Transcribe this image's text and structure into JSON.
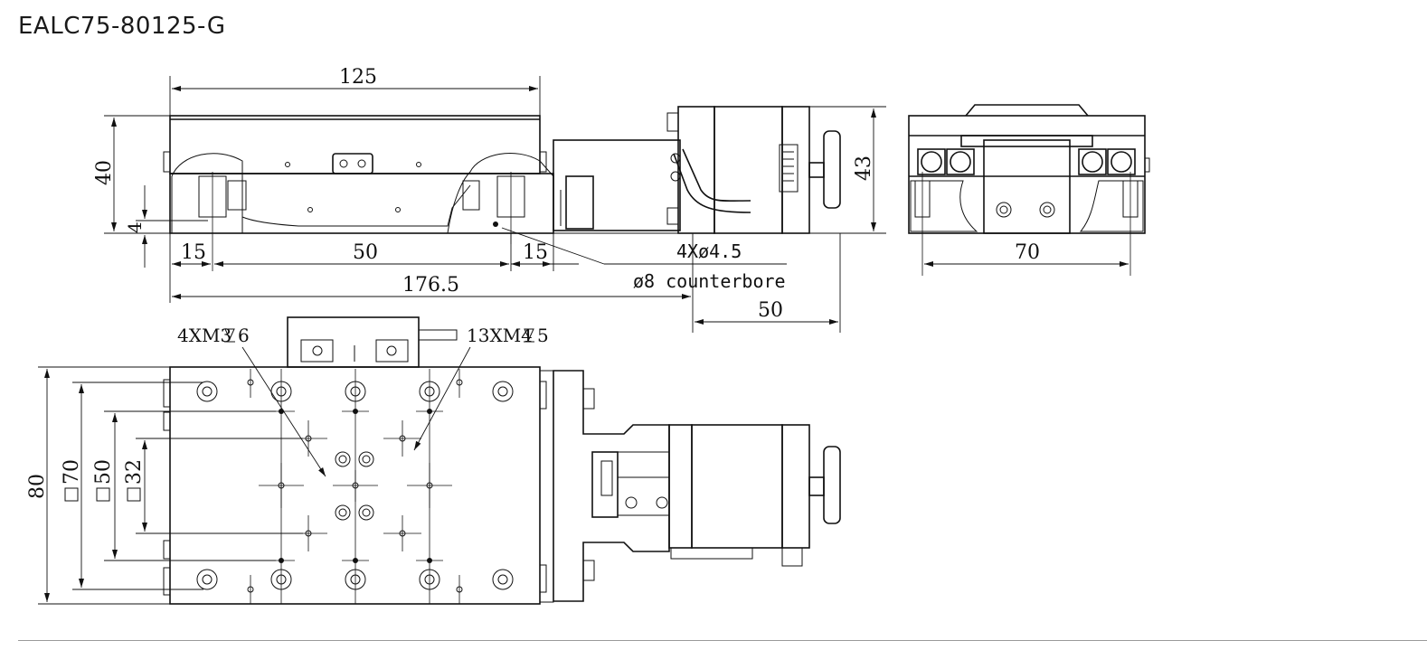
{
  "title": "EALC75-80125-G",
  "dims": {
    "top_width": "125",
    "height_left": "40",
    "small_offset": "4",
    "left_pitch_a": "15",
    "center_pitch": "50",
    "left_pitch_b": "15",
    "total_length": "176.5",
    "holes": "4Xø4.5",
    "counterbore": "ø8 counterbore",
    "motor_len": "50",
    "motor_height": "43",
    "side_width": "70",
    "bottom_height": "80",
    "sq70": "70",
    "sq50": "50",
    "sq32": "32",
    "m3_callout": "4XM3",
    "m3_depth": "6",
    "m4_callout": "13XM4",
    "m4_depth": "5"
  }
}
